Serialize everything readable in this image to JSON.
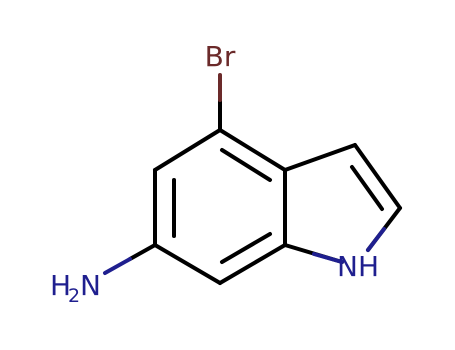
{
  "molecule": {
    "atoms": {
      "bromine": {
        "label": "Br",
        "color": "#6b2a2a"
      },
      "ring_nitrogen": {
        "label": "NH",
        "color": "#1f1f8f"
      },
      "amine": {
        "label_h": "H",
        "label_sub": "2",
        "label_n": "N",
        "color": "#1f1f8f"
      }
    },
    "bond_color": "#000000"
  }
}
